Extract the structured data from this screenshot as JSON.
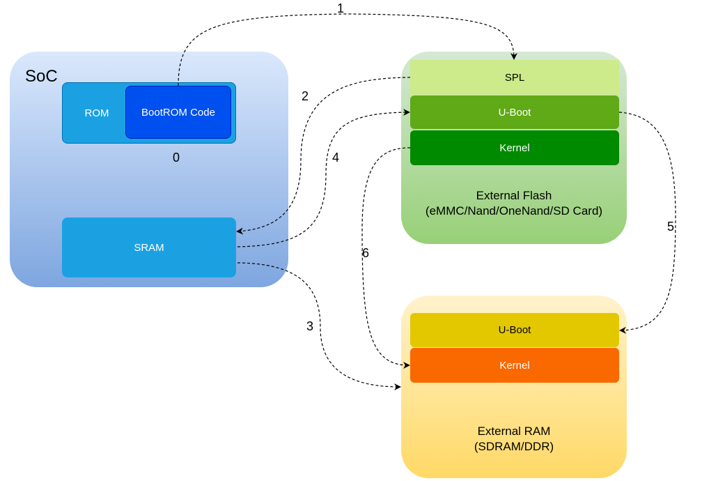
{
  "soc": {
    "title": "SoC",
    "rom_label": "ROM",
    "bootrom_label": "BootROM Code",
    "step_zero": "0",
    "sram_label": "SRAM"
  },
  "flash": {
    "spl_label": "SPL",
    "uboot_label": "U-Boot",
    "kernel_label": "Kernel",
    "title_line1": "External Flash",
    "title_line2": "(eMMC/Nand/OneNand/SD Card)"
  },
  "ram": {
    "uboot_label": "U-Boot",
    "kernel_label": "Kernel",
    "title_line1": "External RAM",
    "title_line2": "(SDRAM/DDR)"
  },
  "steps": [
    "1",
    "2",
    "3",
    "4",
    "5",
    "6"
  ],
  "colors": {
    "soc_gradient_top": "#dae8fc",
    "soc_gradient_bottom": "#7ea6e0",
    "rom": "#1ba1e2",
    "bootrom": "#0050ef",
    "sram": "#1ba1e2",
    "flash_gradient_top": "#d5e8d4",
    "flash_gradient_bottom": "#97d077",
    "spl": "#cdeb8b",
    "uboot_flash": "#60a917",
    "kernel_flash": "#008a00",
    "ram_gradient_top": "#fff2cc",
    "ram_gradient_bottom": "#ffd966",
    "uboot_ram": "#e3c800",
    "kernel_ram": "#fa6800"
  }
}
